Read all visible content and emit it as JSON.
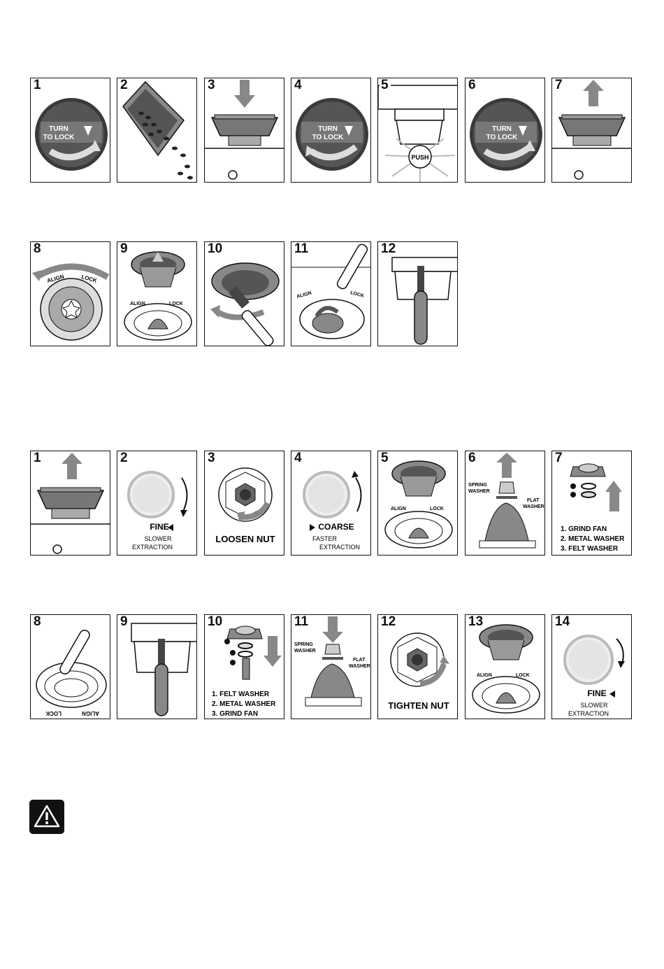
{
  "row1": [
    {
      "num": "1",
      "dial_text": [
        "TURN",
        "TO LOCK"
      ]
    },
    {
      "num": "2"
    },
    {
      "num": "3"
    },
    {
      "num": "4",
      "dial_text": [
        "TURN",
        "TO LOCK"
      ]
    },
    {
      "num": "5",
      "button_text": "PUSH"
    },
    {
      "num": "6",
      "dial_text": [
        "TURN",
        "TO LOCK"
      ]
    },
    {
      "num": "7"
    }
  ],
  "row2": [
    {
      "num": "8",
      "align": "ALIGN",
      "lock": "LOCK"
    },
    {
      "num": "9",
      "align": "ALIGN",
      "lock": "LOCK"
    },
    {
      "num": "10"
    },
    {
      "num": "11",
      "align": "ALIGN",
      "lock": "LOCK"
    },
    {
      "num": "12"
    }
  ],
  "row3": [
    {
      "num": "1"
    },
    {
      "num": "2",
      "label": "FINE",
      "sub1": "SLOWER",
      "sub2": "EXTRACTION"
    },
    {
      "num": "3",
      "label": "LOOSEN NUT"
    },
    {
      "num": "4",
      "label": "COARSE",
      "sub1": "FASTER",
      "sub2": "EXTRACTION"
    },
    {
      "num": "5",
      "align": "ALIGN",
      "lock": "LOCK"
    },
    {
      "num": "6",
      "spring": [
        "SPRING",
        "WASHER"
      ],
      "flat": [
        "FLAT",
        "WASHER"
      ]
    },
    {
      "num": "7",
      "list": [
        "1. GRIND FAN",
        "2. METAL WASHER",
        "3. FELT WASHER"
      ]
    }
  ],
  "row4": [
    {
      "num": "8",
      "align": "ALIGN",
      "lock": "LOCK"
    },
    {
      "num": "9"
    },
    {
      "num": "10",
      "list": [
        "1. FELT WASHER",
        "2. METAL WASHER",
        "3. GRIND FAN"
      ]
    },
    {
      "num": "11",
      "spring": [
        "SPRING",
        "WASHER"
      ],
      "flat": [
        "FLAT",
        "WASHER"
      ]
    },
    {
      "num": "12",
      "label": "TIGHTEN NUT"
    },
    {
      "num": "13",
      "align": "ALIGN",
      "lock": "LOCK"
    },
    {
      "num": "14",
      "label": "FINE",
      "sub1": "SLOWER",
      "sub2": "EXTRACTION"
    }
  ],
  "icons": {
    "warning": "warning-triangle-icon"
  },
  "colors": {
    "ink": "#111111",
    "mid_gray": "#7a7a7a",
    "dark_gray": "#4a4a4a",
    "light_gray": "#d8d8d8"
  }
}
